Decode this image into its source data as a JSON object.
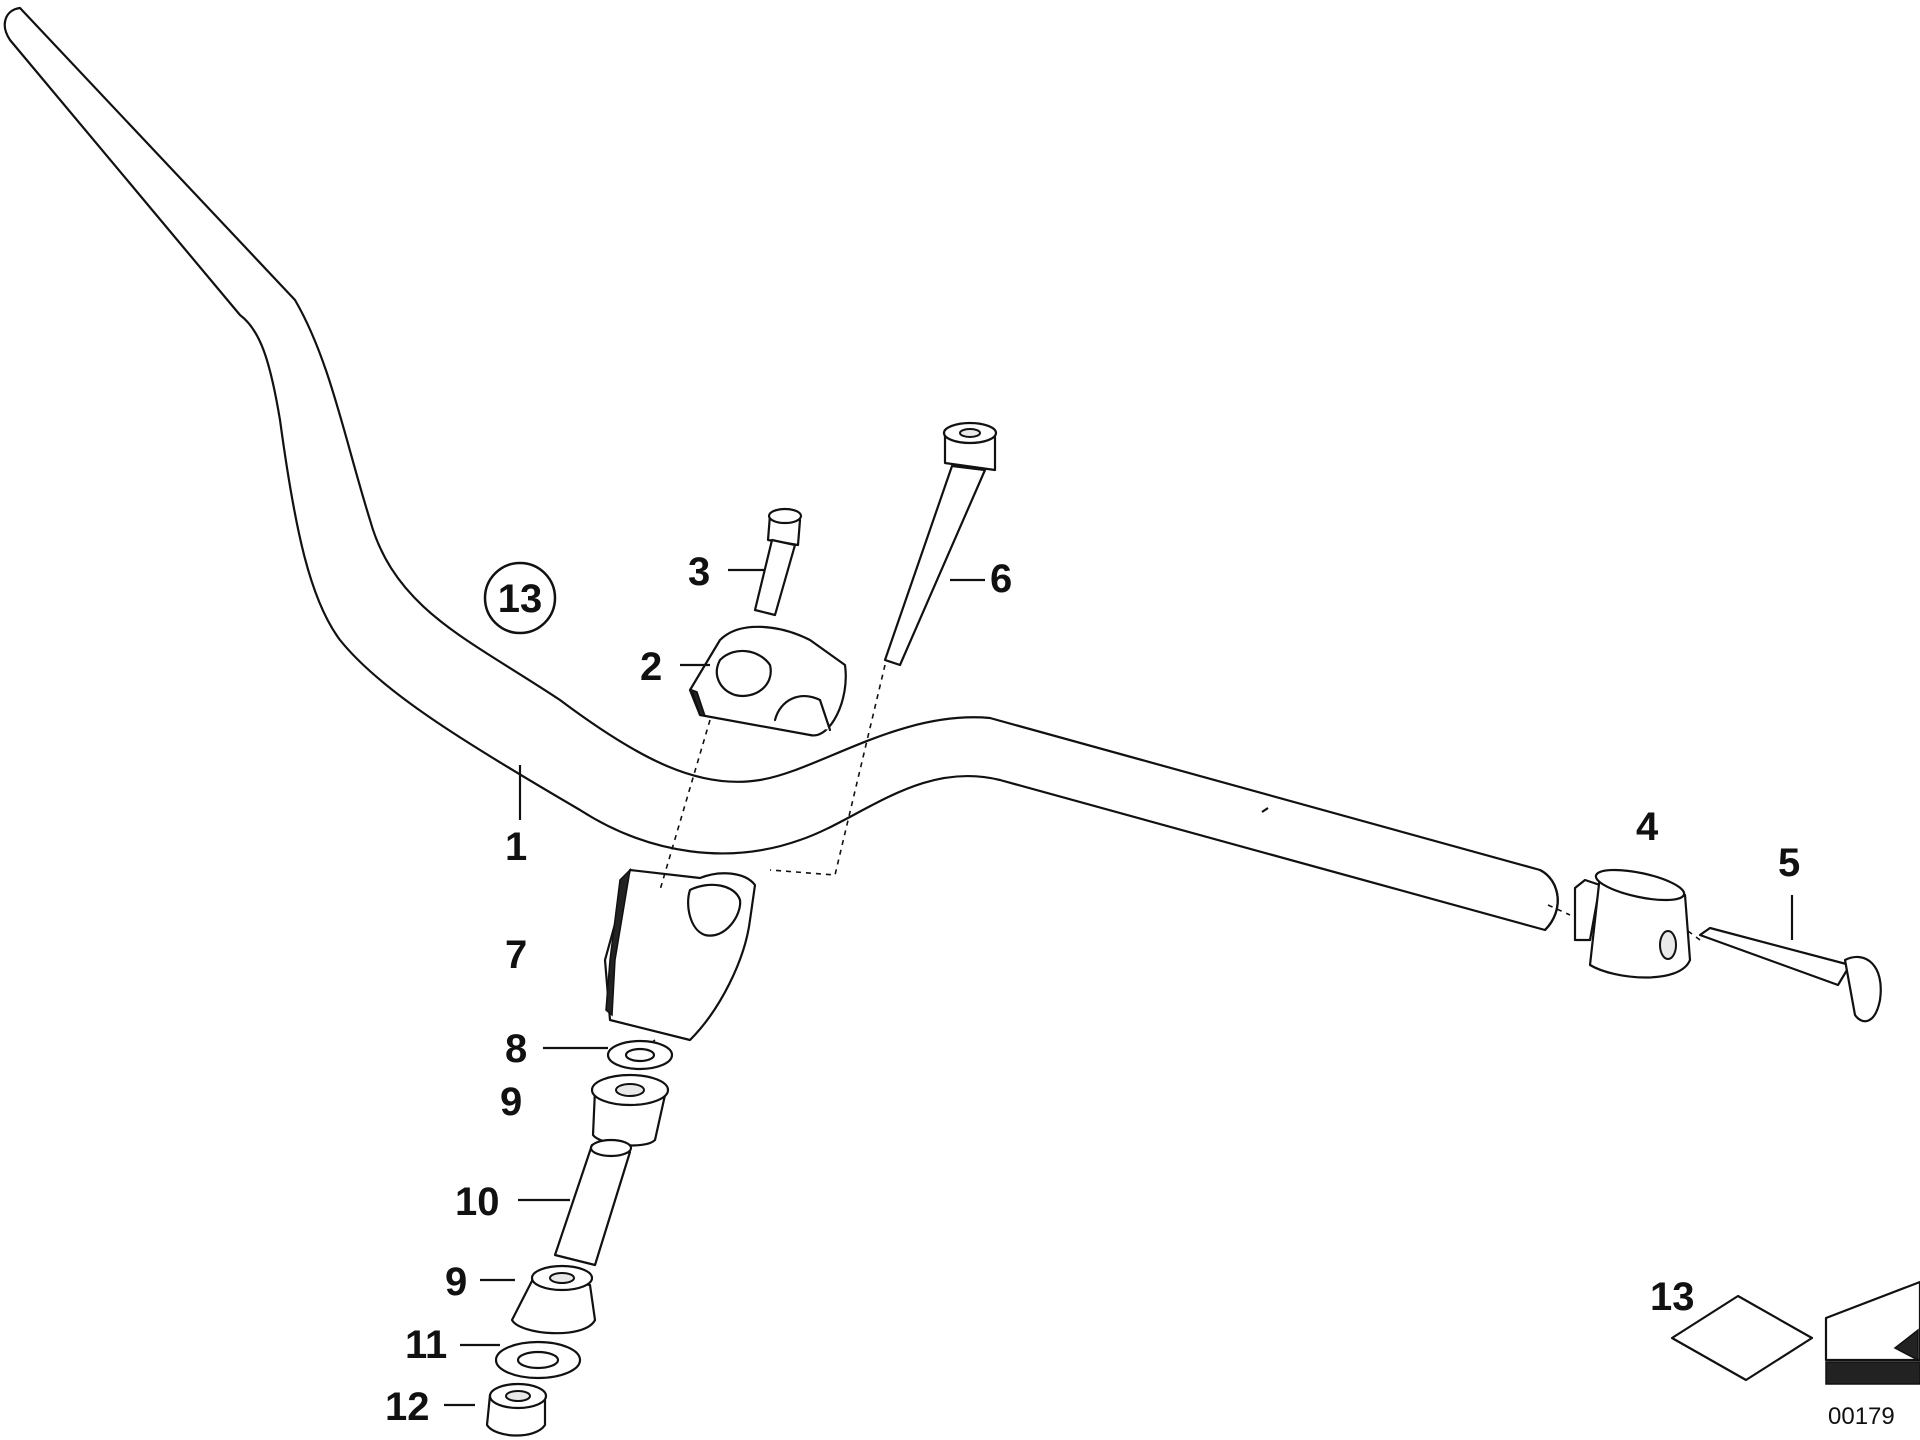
{
  "callouts": {
    "c1": "1",
    "c2": "2",
    "c3": "3",
    "c4": "4",
    "c5": "5",
    "c6": "6",
    "c7": "7",
    "c8": "8",
    "c9a": "9",
    "c9b": "9",
    "c10": "10",
    "c11": "11",
    "c12": "12",
    "c13_circled": "13",
    "c13_legend": "13"
  },
  "reference_number": "00179"
}
